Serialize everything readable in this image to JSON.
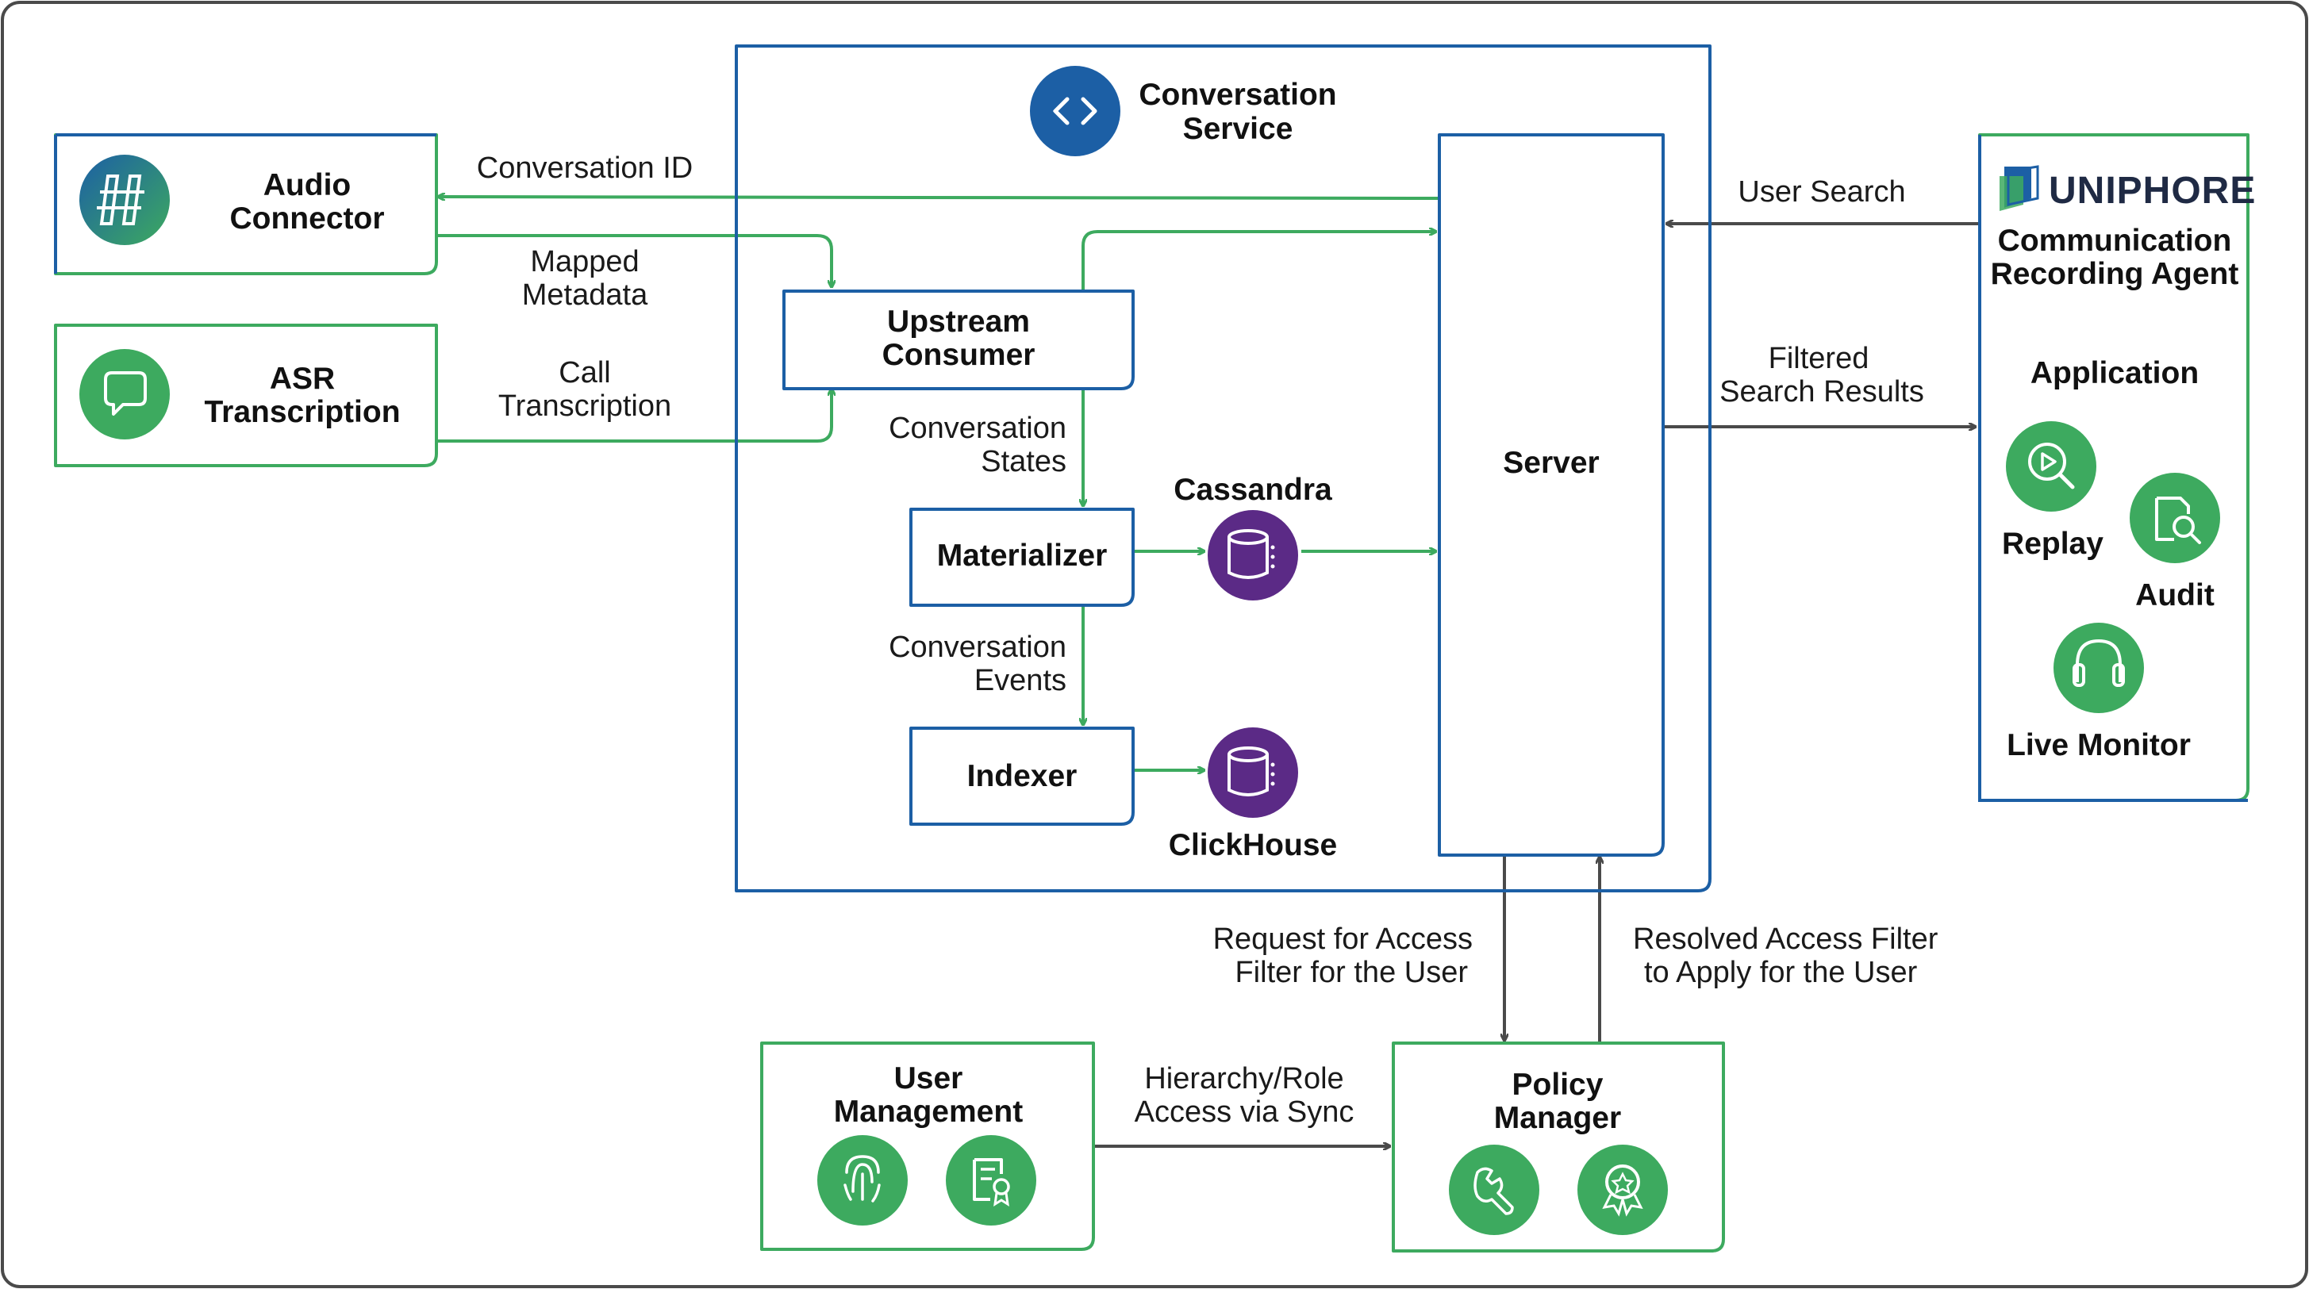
{
  "colors": {
    "blue": "#1c5fa5",
    "green": "#3daa5f",
    "purple": "#5b2a86",
    "gray": "#4a4a4a"
  },
  "conversation_service": {
    "line1": "Conversation",
    "line2": "Service",
    "icon": "code-brackets-icon"
  },
  "audio_connector": {
    "line1": "Audio",
    "line2": "Connector",
    "icon": "audio-waveform-icon"
  },
  "asr_transcription": {
    "line1": "ASR",
    "line2": "Transcription",
    "icon": "chat-bubble-icon"
  },
  "upstream_consumer": {
    "line1": "Upstream",
    "line2": "Consumer"
  },
  "materializer": {
    "label": "Materializer"
  },
  "indexer": {
    "label": "Indexer"
  },
  "cassandra": {
    "label": "Cassandra",
    "icon": "database-icon"
  },
  "clickhouse": {
    "label": "ClickHouse",
    "icon": "database-icon"
  },
  "server": {
    "label": "Server"
  },
  "uniphore": {
    "brand": "UNIPHORE",
    "line1": "Communication",
    "line2": "Recording Agent",
    "application": "Application",
    "replay": "Replay",
    "audit": "Audit",
    "live_monitor": "Live Monitor"
  },
  "user_management": {
    "line1": "User",
    "line2": "Management"
  },
  "policy_manager": {
    "line1": "Policy",
    "line2": "Manager"
  },
  "edges": {
    "conversation_id": "Conversation ID",
    "mapped_line1": "Mapped",
    "mapped_line2": "Metadata",
    "call_line1": "Call",
    "call_line2": "Transcription",
    "states_line1": "Conversation",
    "states_line2": "States",
    "events_line1": "Conversation",
    "events_line2": "Events",
    "user_search": "User Search",
    "filtered_line1": "Filtered",
    "filtered_line2": "Search Results",
    "request_line1": "Request for Access",
    "request_line2": "Filter for the User",
    "resolved_line1": "Resolved Access Filter",
    "resolved_line2": "to Apply for the User",
    "hierarchy_line1": "Hierarchy/Role",
    "hierarchy_line2": "Access via Sync"
  }
}
